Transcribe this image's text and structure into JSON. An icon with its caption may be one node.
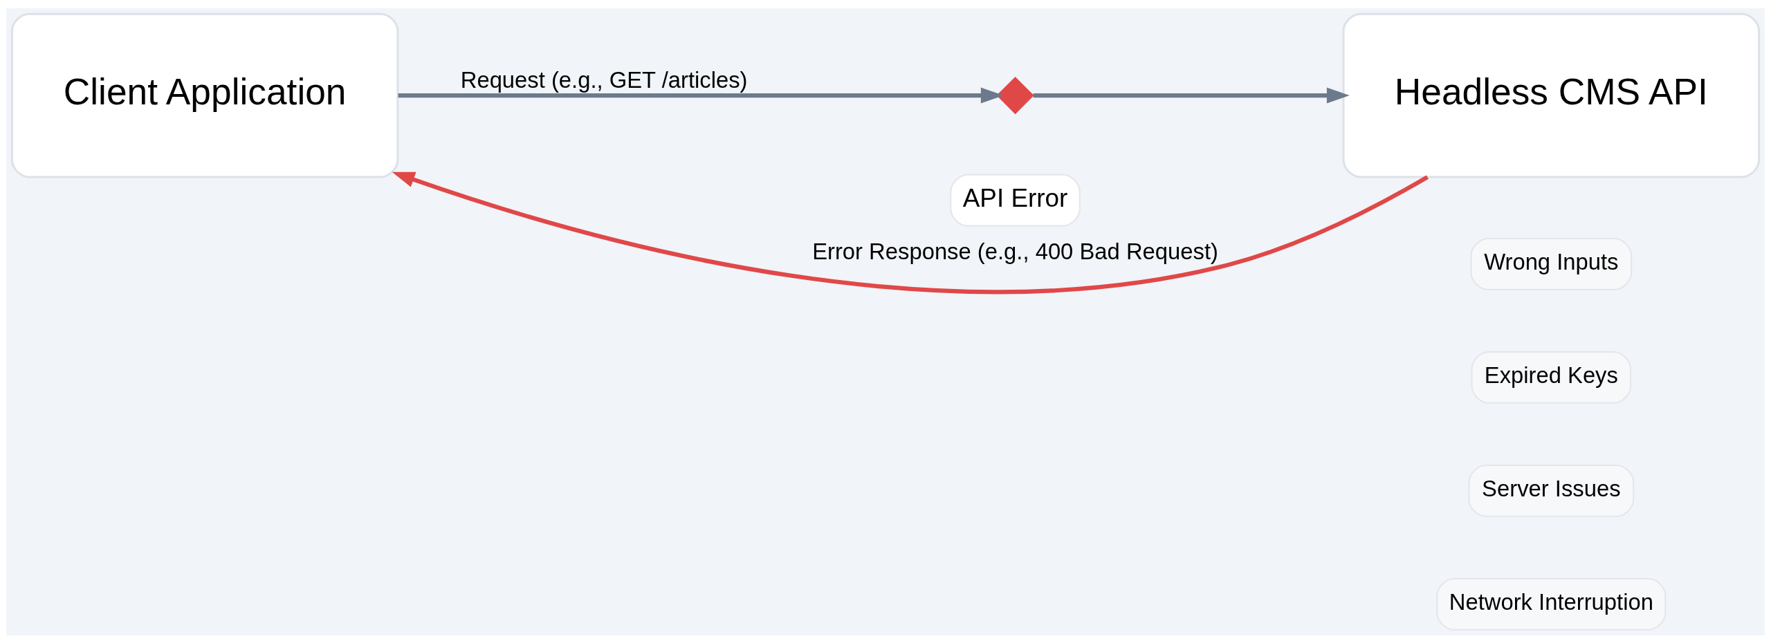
{
  "diagram": {
    "nodes": [
      {
        "text": [
          "Client Application"
        ]
      },
      {
        "text": [
          "Headless CMS API"
        ]
      },
      {
        "text": [],
        "shape": "cross",
        "beside": [
          "API Error"
        ]
      }
    ],
    "edges": [
      {
        "from": 0,
        "to": 2,
        "arrow": "to",
        "label": "Request (e.g., GET /articles)",
        "color": "#6b7b8c"
      },
      {
        "from": 2,
        "to": 1,
        "arrow": "to",
        "color": "#6b7b8c"
      },
      {
        "from": 1,
        "to": 0,
        "arrow": "to",
        "label": "Error Response (e.g., 400 Bad Request)",
        "color": "#e04848"
      }
    ],
    "labels": [
      "Wrong Inputs",
      "Expired Keys",
      "Server Issues",
      "Network Interruption"
    ]
  }
}
